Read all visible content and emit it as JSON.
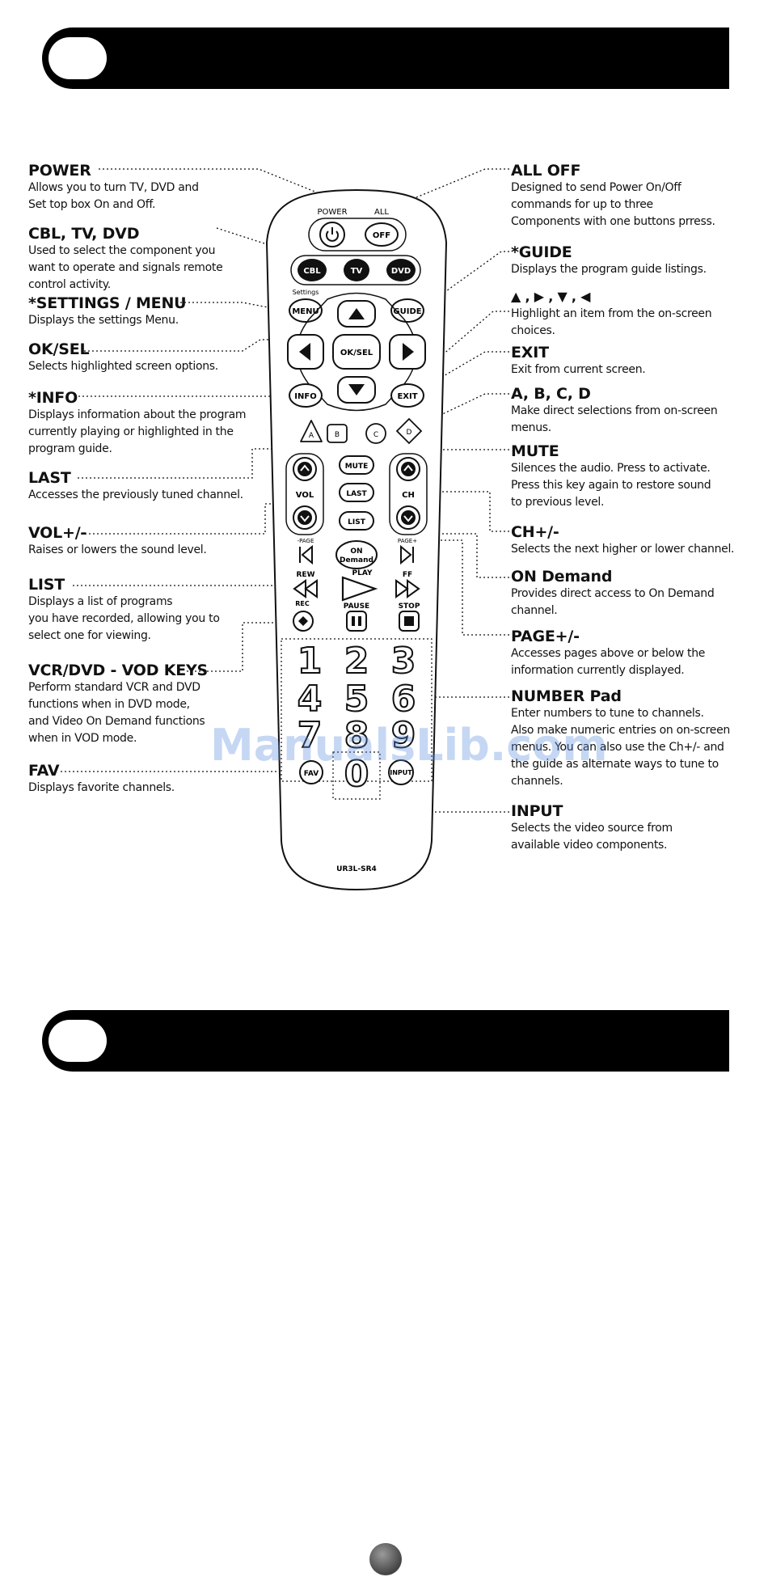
{
  "left_labels": [
    {
      "key": "power",
      "title": "POWER",
      "desc": [
        "Allows you to turn TV, DVD and",
        "Set top box On and Off."
      ]
    },
    {
      "key": "cbl",
      "title": "CBL, TV, DVD",
      "desc": [
        "Used to select the component you",
        "want to operate and signals remote",
        "control activity."
      ]
    },
    {
      "key": "settings",
      "title": "*SETTINGS / MENU",
      "desc": [
        "Displays the settings Menu."
      ]
    },
    {
      "key": "oksel",
      "title": "OK/SEL",
      "desc": [
        "Selects highlighted screen options."
      ]
    },
    {
      "key": "info",
      "title": "*INFO",
      "desc": [
        "Displays information about the program",
        "currently playing or highlighted in the",
        "program guide."
      ]
    },
    {
      "key": "last",
      "title": "LAST",
      "desc": [
        "Accesses the previously tuned channel."
      ]
    },
    {
      "key": "vol",
      "title": "VOL+/-",
      "desc": [
        "Raises or lowers the sound level."
      ]
    },
    {
      "key": "list",
      "title": "LIST",
      "desc": [
        "Displays a list of programs",
        "you have recorded, allowing you to",
        "select one for viewing."
      ]
    },
    {
      "key": "vcr",
      "title": "VCR/DVD - VOD KEYS",
      "desc": [
        "Perform standard VCR and DVD",
        "functions when in DVD mode,",
        "and Video On Demand functions",
        "when in VOD mode."
      ]
    },
    {
      "key": "fav",
      "title": "FAV",
      "desc": [
        "Displays favorite channels."
      ]
    }
  ],
  "right_labels": [
    {
      "key": "alloff",
      "title": "ALL OFF",
      "desc": [
        "Designed to send Power On/Off",
        "commands for up to three",
        "Components with one buttons prress."
      ]
    },
    {
      "key": "guide",
      "title": "*GUIDE",
      "desc": [
        "Displays the program guide listings."
      ]
    },
    {
      "key": "arrows",
      "title": "▲ , ▶ , ▼ , ◀",
      "desc": [
        "Highlight an item from the on-screen",
        "choices."
      ]
    },
    {
      "key": "exit",
      "title": "EXIT",
      "desc": [
        "Exit from current screen."
      ]
    },
    {
      "key": "abcd",
      "title": "A, B, C, D",
      "desc": [
        "Make direct selections from on-screen",
        "menus."
      ]
    },
    {
      "key": "mute",
      "title": "MUTE",
      "desc": [
        "Silences the audio. Press to activate.",
        "Press this key again to restore sound",
        "to previous level."
      ]
    },
    {
      "key": "ch",
      "title": "CH+/-",
      "desc": [
        "Selects the next higher or lower channel."
      ]
    },
    {
      "key": "ondemand",
      "title": "ON Demand",
      "desc": [
        "Provides direct access to On Demand",
        "channel."
      ]
    },
    {
      "key": "page",
      "title": "PAGE+/-",
      "desc": [
        "Accesses pages above or below the",
        "information currently displayed."
      ]
    },
    {
      "key": "numpad",
      "title": "NUMBER Pad",
      "desc": [
        "Enter numbers to tune to channels.",
        "Also make numeric entries on on-screen",
        "menus. You can also use the Ch+/- and",
        "the guide as alternate ways to tune to",
        "channels."
      ]
    },
    {
      "key": "input",
      "title": "INPUT",
      "desc": [
        "Selects the video source from",
        "available video components."
      ]
    }
  ],
  "remote": {
    "power_label": "POWER",
    "all_label": "ALL",
    "off": "OFF",
    "cbl": "CBL",
    "tv": "TV",
    "dvd": "DVD",
    "settings_small": "Settings",
    "menu": "MENU",
    "guide": "GUIDE",
    "ok": "OK/SEL",
    "info": "INFO",
    "exit": "EXIT",
    "a": "A",
    "b": "B",
    "c": "C",
    "d": "D",
    "mute": "MUTE",
    "last": "LAST",
    "list": "LIST",
    "vol": "VOL",
    "ch": "CH",
    "page_minus": "-PAGE",
    "page_plus": "PAGE+",
    "on": "ON",
    "demand": "Demand",
    "rew": "REW",
    "play": "PLAY",
    "ff": "FF",
    "rec": "REC",
    "pause": "PAUSE",
    "stop": "STOP",
    "digits": [
      "1",
      "2",
      "3",
      "4",
      "5",
      "6",
      "7",
      "8",
      "9",
      "0"
    ],
    "fav": "FAV",
    "input": "INPUT",
    "model": "UR3L-SR4"
  },
  "watermark": "ManualsLib.com"
}
